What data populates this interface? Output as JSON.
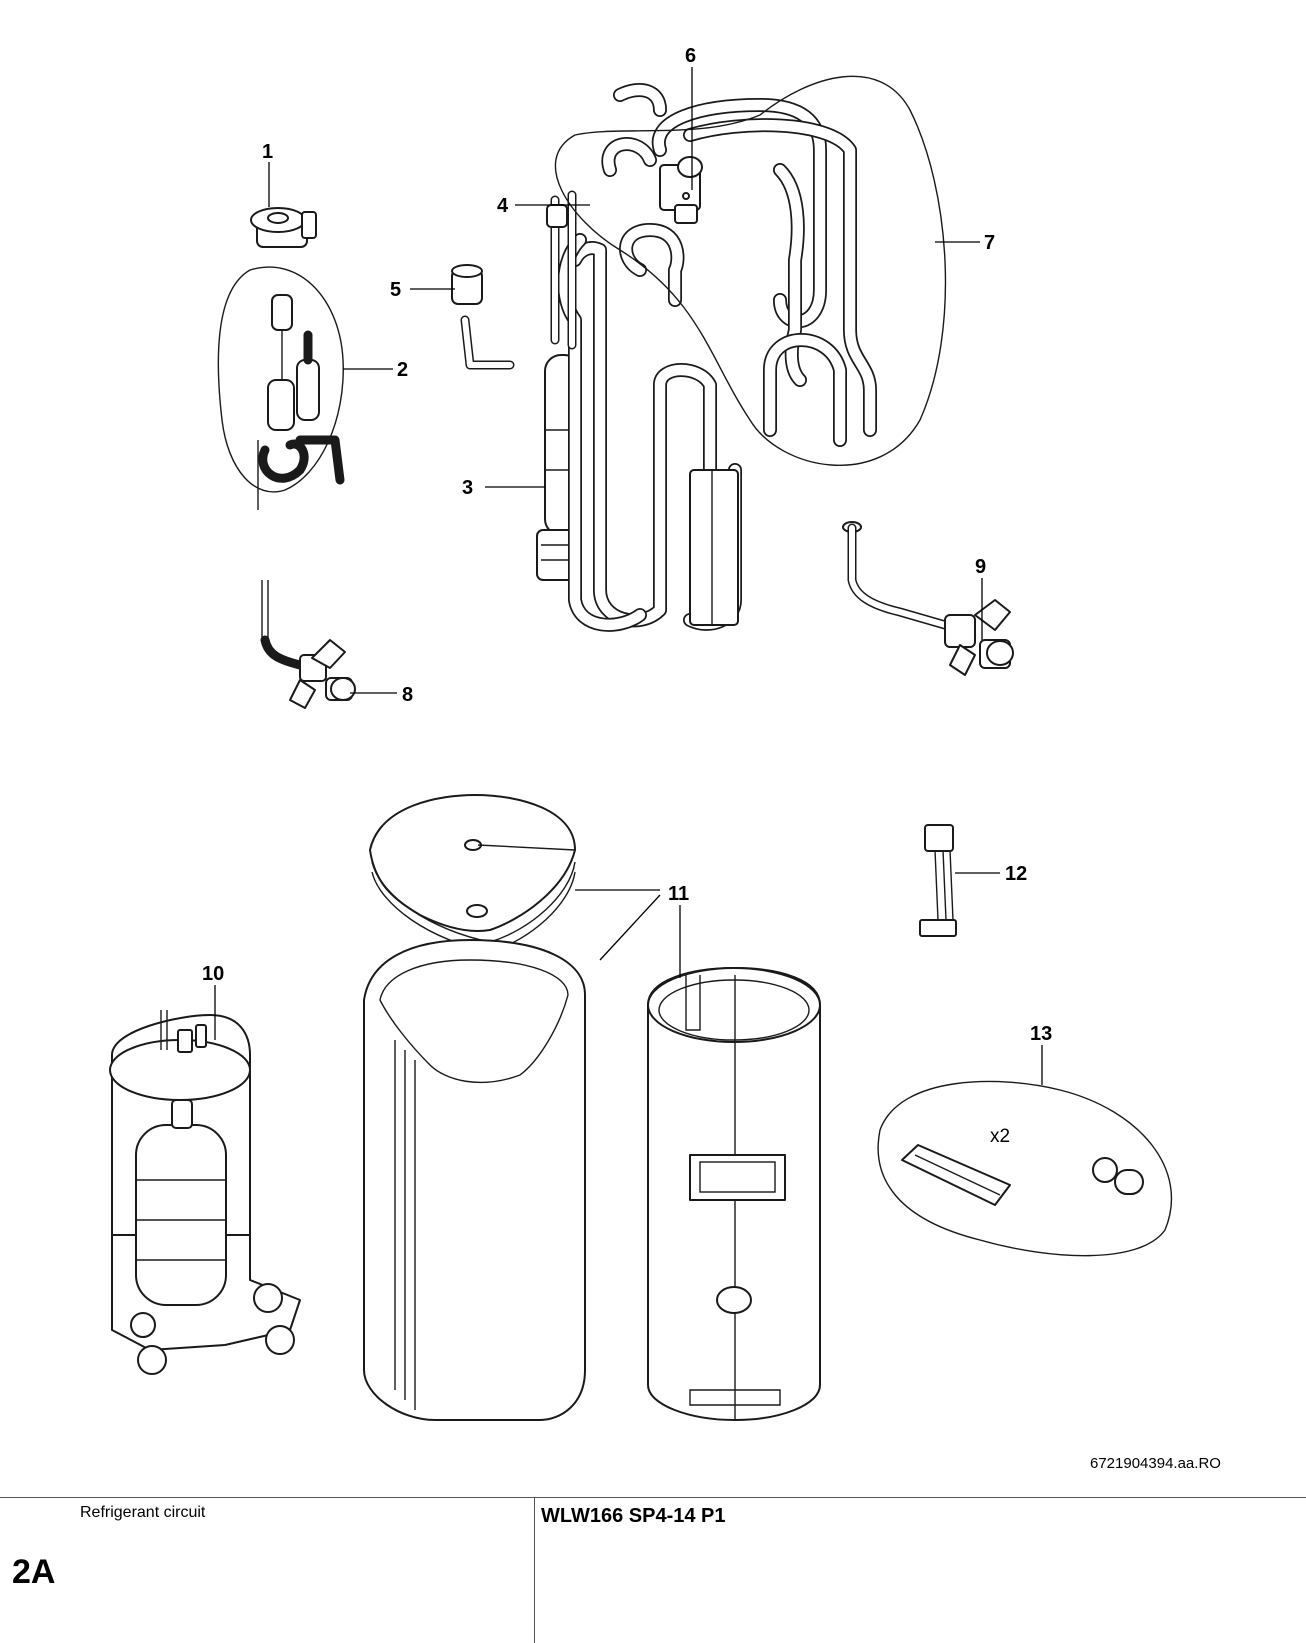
{
  "callouts": [
    {
      "id": "1",
      "label": "1"
    },
    {
      "id": "2",
      "label": "2"
    },
    {
      "id": "3",
      "label": "3"
    },
    {
      "id": "4",
      "label": "4"
    },
    {
      "id": "5",
      "label": "5"
    },
    {
      "id": "6",
      "label": "6"
    },
    {
      "id": "7",
      "label": "7"
    },
    {
      "id": "8",
      "label": "8"
    },
    {
      "id": "9",
      "label": "9"
    },
    {
      "id": "10",
      "label": "10"
    },
    {
      "id": "11",
      "label": "11"
    },
    {
      "id": "11b",
      "label": "11"
    },
    {
      "id": "12",
      "label": "12"
    },
    {
      "id": "13",
      "label": "13"
    }
  ],
  "quantity_note": "x2",
  "drawing_ref": "6721904394.aa.RO",
  "footer": {
    "section_title": "Refrigerant circuit",
    "section_code": "2A",
    "model": "WLW166 SP4-14 P1"
  }
}
